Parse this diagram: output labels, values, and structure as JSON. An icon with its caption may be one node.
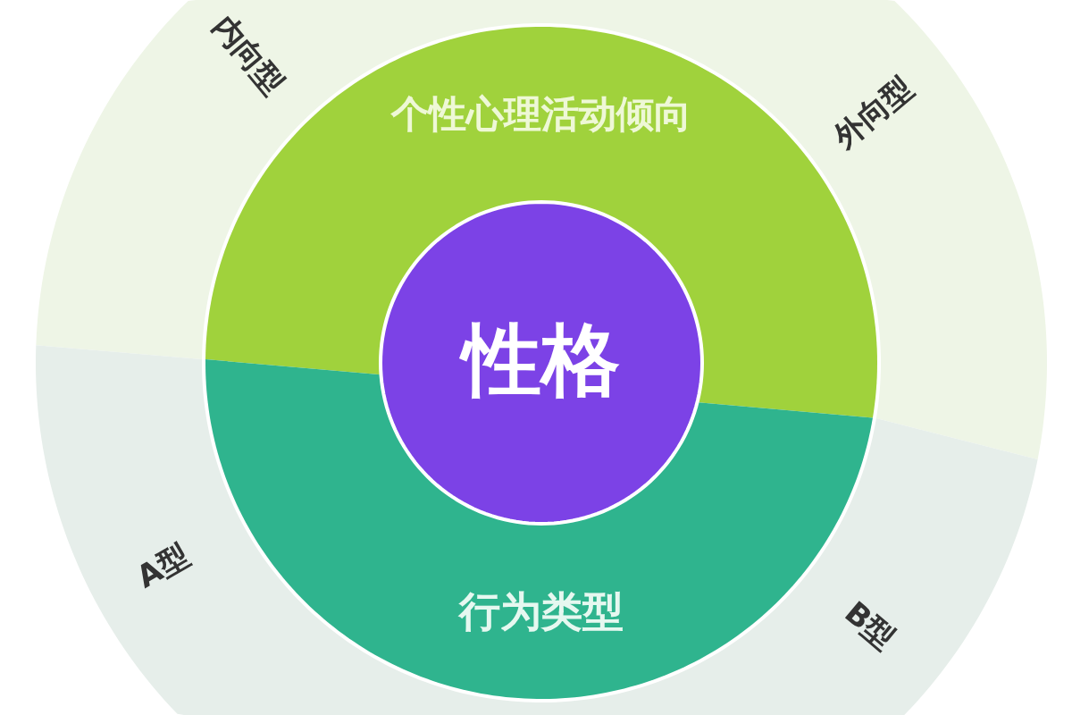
{
  "diagram": {
    "nodes": [
      {
        "text": [
          "内向型",
          "外向型"
        ]
      },
      {
        "text": [
          "个性心理活动倾向"
        ]
      },
      {
        "text": [
          "性格"
        ]
      },
      {
        "text": [
          "行为类型"
        ]
      },
      {
        "text": [
          "A型",
          "B型"
        ]
      }
    ]
  }
}
